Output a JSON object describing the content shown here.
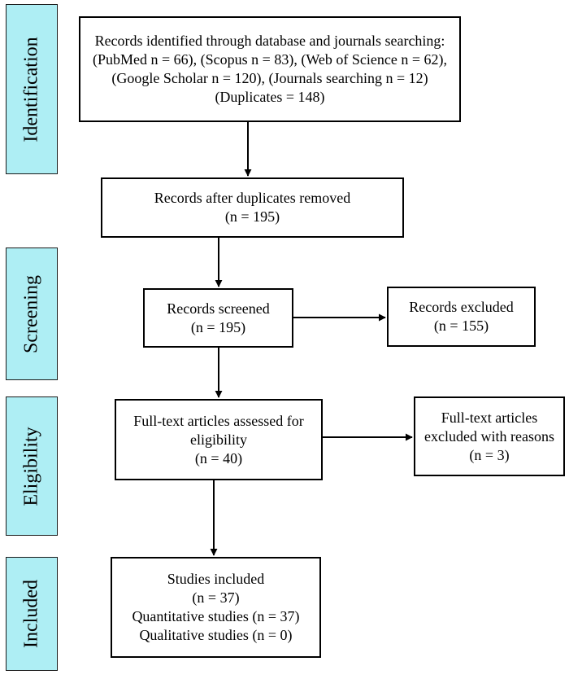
{
  "phases": {
    "identification": "Identification",
    "screening": "Screening",
    "eligibility": "Eligibility",
    "included": "Included"
  },
  "boxes": {
    "records_identified": [
      "Records identified through database and journals searching:",
      "(PubMed n = 66), (Scopus n = 83), (Web of Science n = 62),",
      "(Google Scholar n = 120), (Journals searching n = 12)",
      "(Duplicates = 148)"
    ],
    "after_duplicates": [
      "Records after duplicates removed",
      "(n = 195)"
    ],
    "records_screened": [
      "Records screened",
      "(n = 195)"
    ],
    "records_excluded": [
      "Records excluded",
      "(n = 155)"
    ],
    "fulltext_assessed": [
      "Full-text articles assessed for",
      "eligibility",
      "(n = 40)"
    ],
    "fulltext_excluded": [
      "Full-text articles",
      "excluded with reasons",
      "(n = 3)"
    ],
    "studies_included": [
      "Studies included",
      "(n = 37)",
      "Quantitative studies (n = 37)",
      "Qualitative studies (n = 0)"
    ]
  }
}
